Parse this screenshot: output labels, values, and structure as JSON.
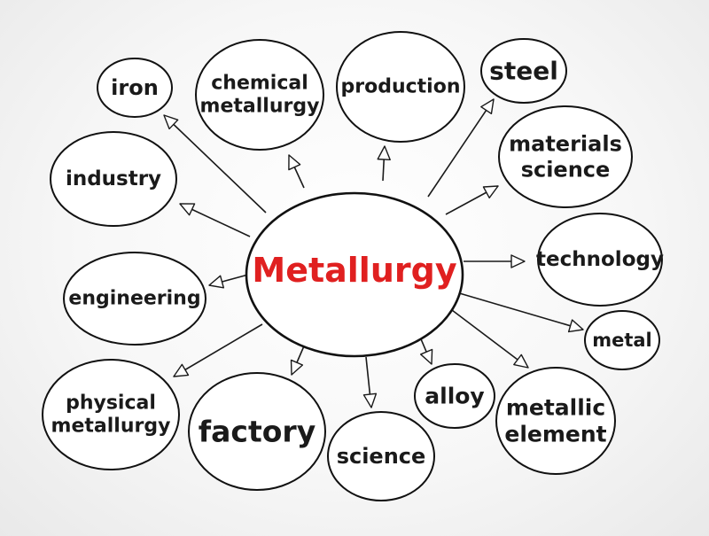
{
  "center": {
    "label": "Metallurgy",
    "color": "#e02020"
  },
  "topics": [
    {
      "id": "iron",
      "lines": [
        "iron"
      ]
    },
    {
      "id": "chemical-metallurgy",
      "lines": [
        "chemical",
        "metallurgy"
      ]
    },
    {
      "id": "production",
      "lines": [
        "production"
      ]
    },
    {
      "id": "steel",
      "lines": [
        "steel"
      ]
    },
    {
      "id": "materials-science",
      "lines": [
        "materials",
        "science"
      ]
    },
    {
      "id": "technology",
      "lines": [
        "technology"
      ]
    },
    {
      "id": "metal",
      "lines": [
        "metal"
      ]
    },
    {
      "id": "metallic-element",
      "lines": [
        "metallic",
        "element"
      ]
    },
    {
      "id": "alloy",
      "lines": [
        "alloy"
      ]
    },
    {
      "id": "science",
      "lines": [
        "science"
      ]
    },
    {
      "id": "factory",
      "lines": [
        "factory"
      ]
    },
    {
      "id": "physical-metallurgy",
      "lines": [
        "physical",
        "metallurgy"
      ]
    },
    {
      "id": "engineering",
      "lines": [
        "engineering"
      ]
    },
    {
      "id": "industry",
      "lines": [
        "industry"
      ]
    }
  ],
  "colors": {
    "ink": "#1a1a1a",
    "bubble_fill": "#ffffff"
  }
}
